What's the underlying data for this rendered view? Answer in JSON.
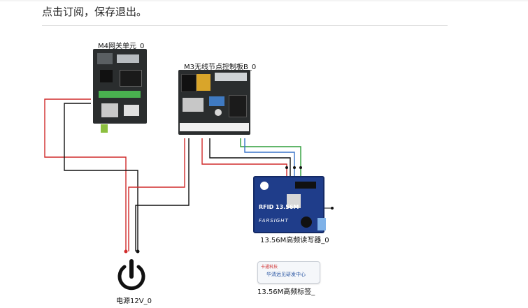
{
  "page": {
    "instruction": "点击订阅，保存退出。"
  },
  "diagram": {
    "m4": {
      "label": "M4网关单元_0"
    },
    "m3": {
      "label": "M3无线节点控制板B_0"
    },
    "rfid": {
      "label": "13.56M高频读写器_0",
      "board_text": "RFID 13.56M",
      "brand_text": "FARSIGHT"
    },
    "tag": {
      "label": "13.56M高频标签_",
      "card_logo": "卡通科技",
      "card_text": "华清远见研发中心"
    },
    "power": {
      "label": "电源12V_0"
    }
  },
  "colors": {
    "wire_red": "#d12b2b",
    "wire_black": "#111111",
    "wire_green": "#2e9e3a",
    "wire_blue": "#3a74c9",
    "pcb": "#2a2d2e",
    "rfid_board": "#1f3d8a"
  }
}
